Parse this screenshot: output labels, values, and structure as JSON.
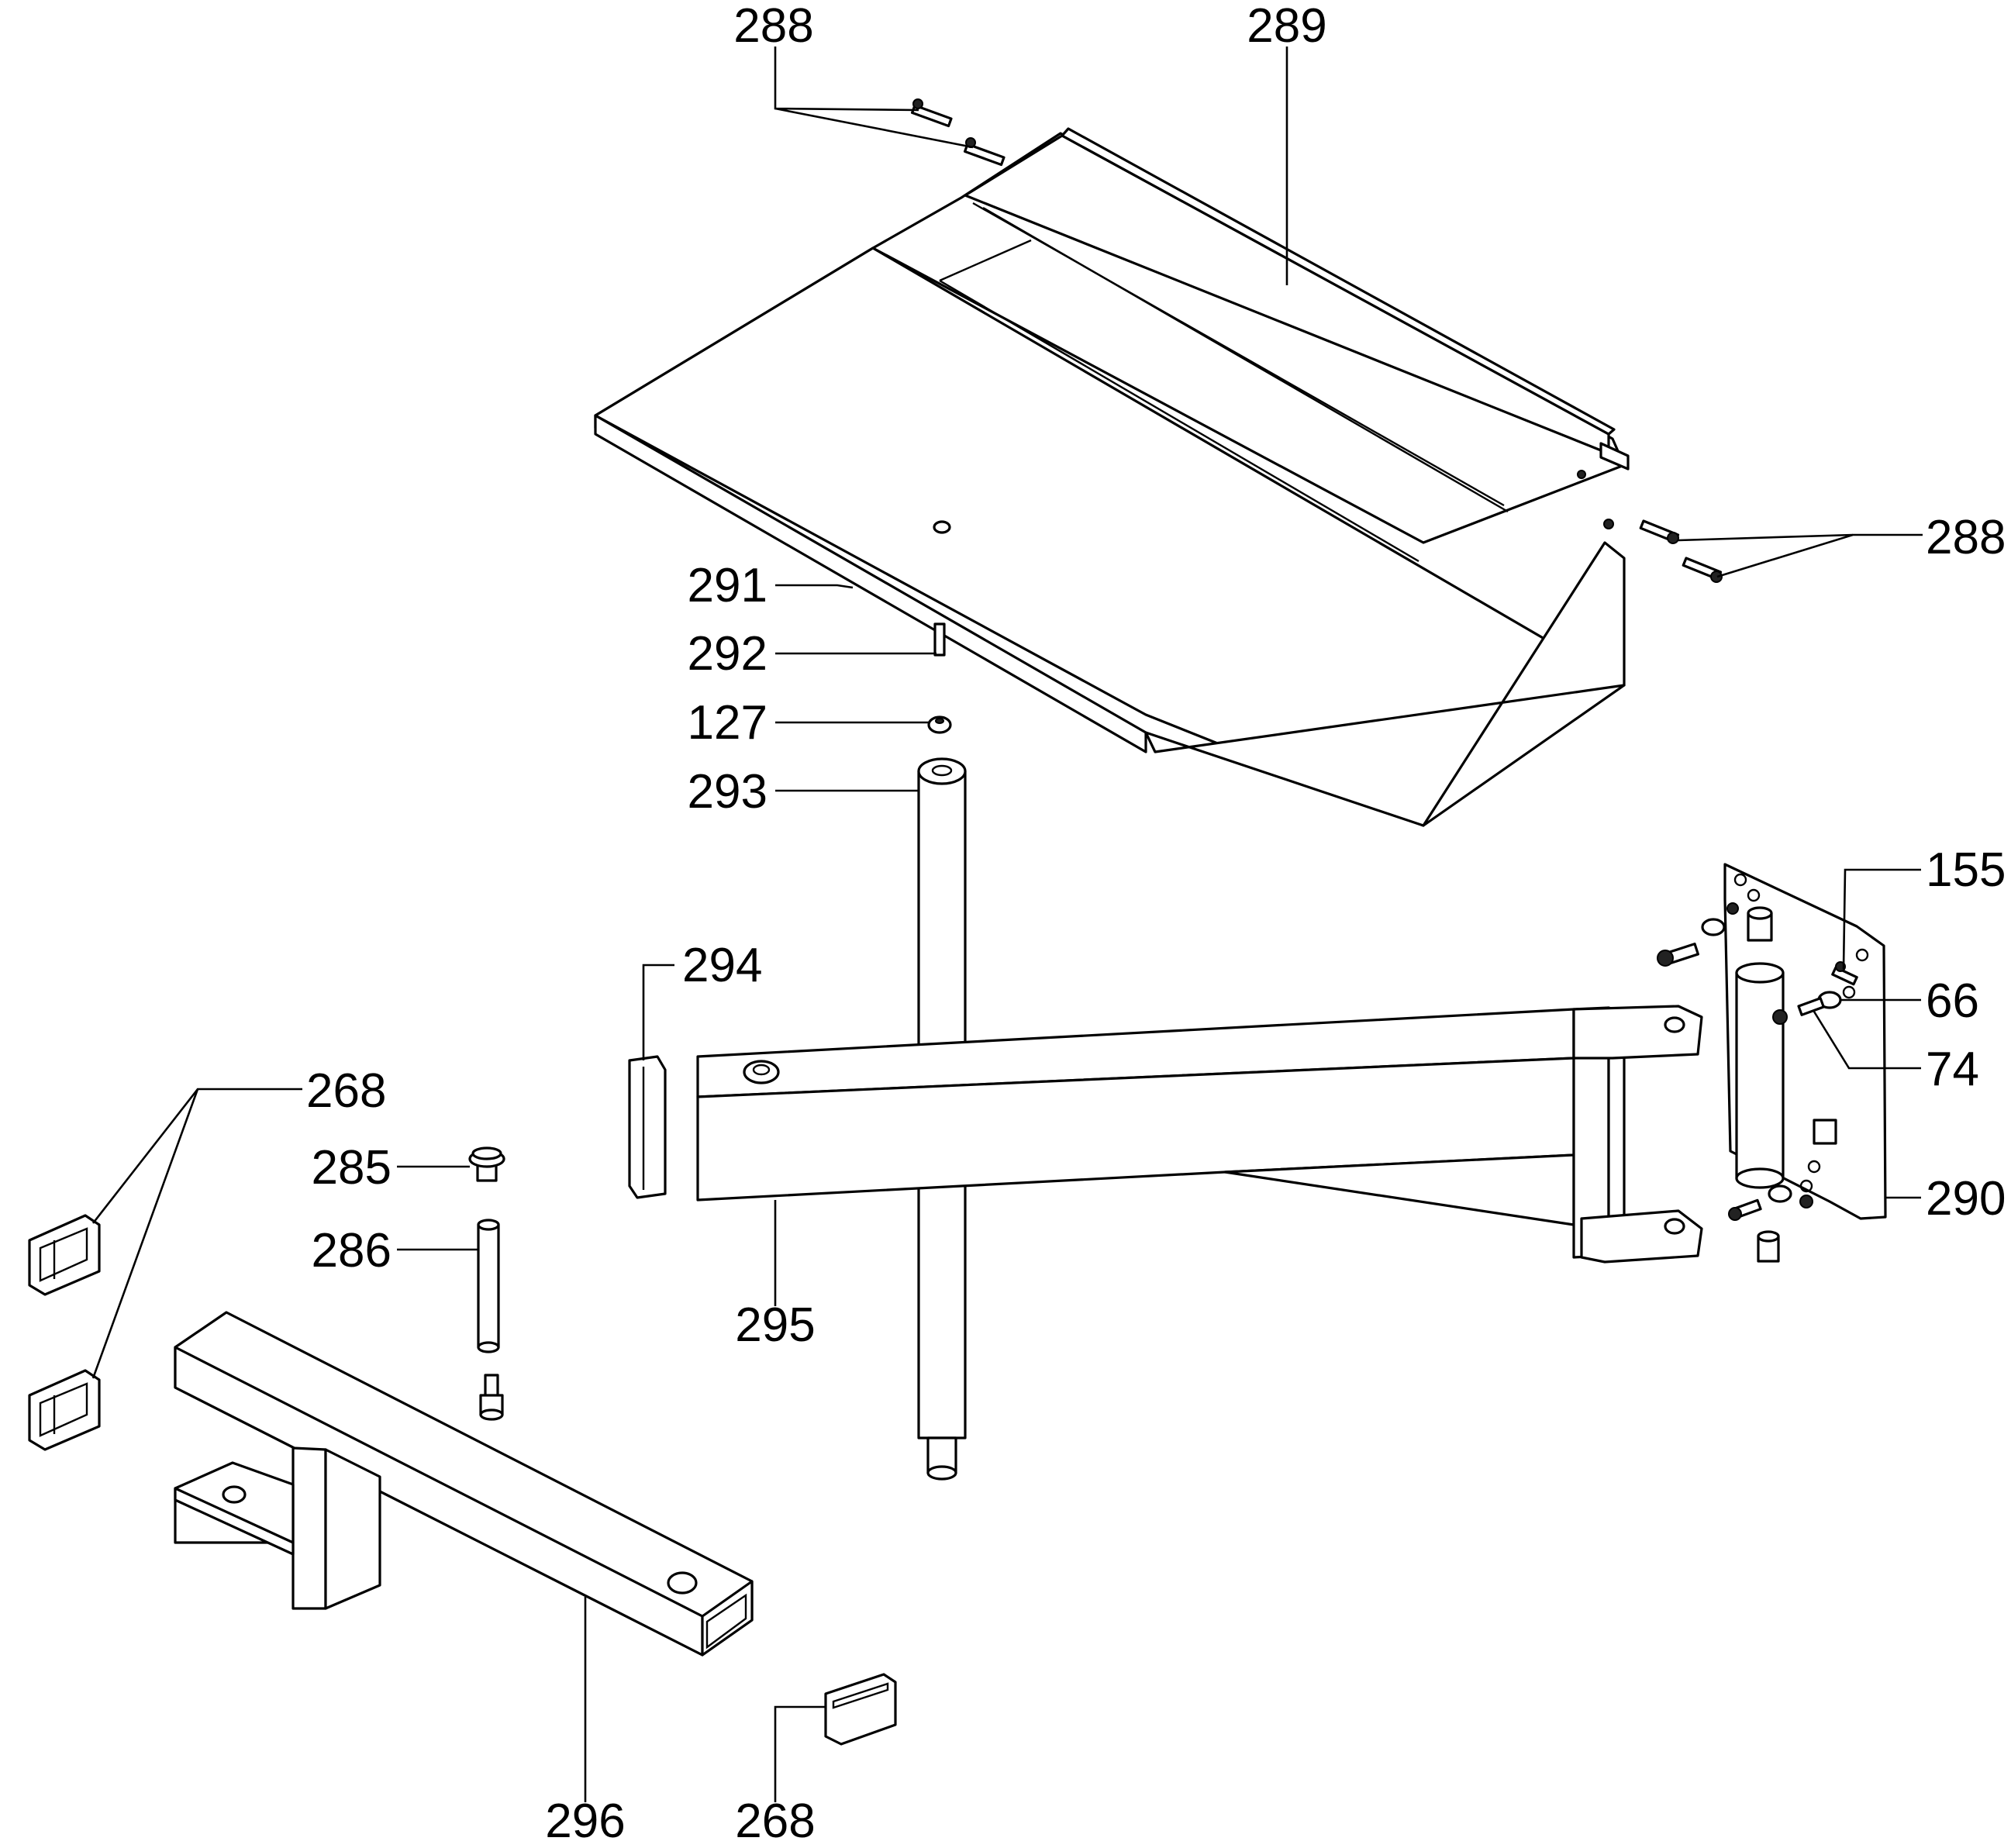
{
  "diagram": {
    "callouts": [
      {
        "id": "c288a",
        "text": "288"
      },
      {
        "id": "c289",
        "text": "289"
      },
      {
        "id": "c288b",
        "text": "288"
      },
      {
        "id": "c291",
        "text": "291"
      },
      {
        "id": "c292",
        "text": "292"
      },
      {
        "id": "c127",
        "text": "127"
      },
      {
        "id": "c293",
        "text": "293"
      },
      {
        "id": "c155",
        "text": "155"
      },
      {
        "id": "c66",
        "text": "66"
      },
      {
        "id": "c74",
        "text": "74"
      },
      {
        "id": "c294",
        "text": "294"
      },
      {
        "id": "c268a",
        "text": "268"
      },
      {
        "id": "c285",
        "text": "285"
      },
      {
        "id": "c286",
        "text": "286"
      },
      {
        "id": "c295",
        "text": "295"
      },
      {
        "id": "c290",
        "text": "290"
      },
      {
        "id": "c296",
        "text": "296"
      },
      {
        "id": "c268b",
        "text": "268"
      }
    ]
  }
}
